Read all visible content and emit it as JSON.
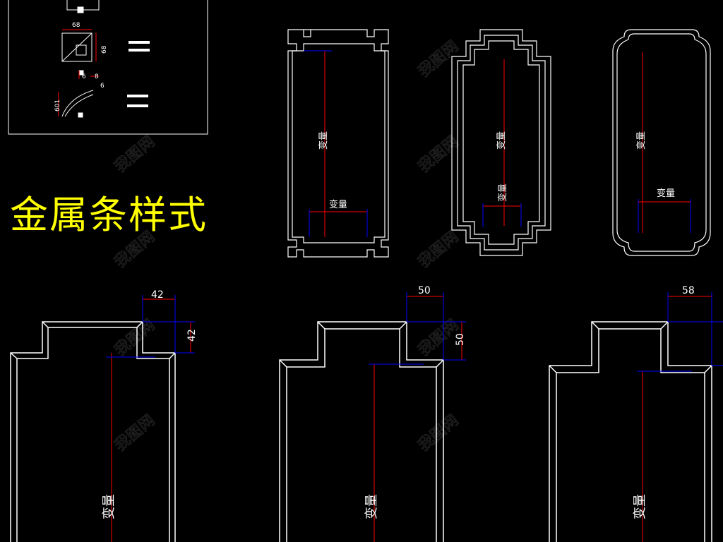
{
  "title": "金属条样式",
  "variable_label": "变量",
  "legend_box": {
    "dims": {
      "width_68": "68",
      "height_68": "68",
      "small_6": "6",
      "small_8": "8",
      "small_6b": "6",
      "radius_601": "601"
    }
  },
  "frames": {
    "frame_1": {
      "dim_w": "42",
      "dim_h": "42"
    },
    "frame_2": {
      "dim_w": "50",
      "dim_h": "50"
    },
    "frame_3": {
      "dim_w": "58"
    }
  },
  "colors": {
    "background": "#000000",
    "line": "#ffffff",
    "dimension_red": "#ff0000",
    "dimension_blue": "#0000ff",
    "title_yellow": "#ffff00"
  },
  "watermark": "我图网"
}
